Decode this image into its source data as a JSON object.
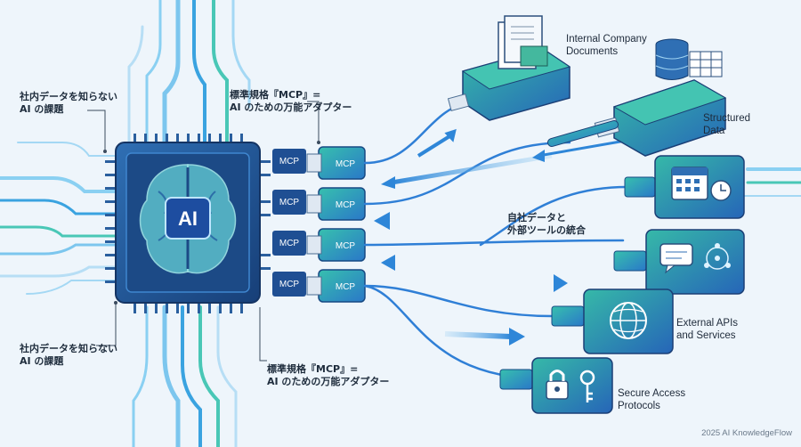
{
  "chip": {
    "label": "AI"
  },
  "callouts": {
    "top_left": "社内データを知らない\nAI の課題",
    "top_mid": "標準規格『MCP』=\nAI のための万能アダプター",
    "bottom_left": "社内データを知らない\nAI の課題",
    "bottom_mid": "標準規格『MCP』=\nAI のための万能アダプター",
    "center_right": "自社データと\n外部ツールの統合"
  },
  "connectors": {
    "tags": [
      "MCP",
      "MCP",
      "MCP",
      "MCP"
    ],
    "plug_labels": [
      "MCP",
      "MCP",
      "MCP",
      "MCP"
    ]
  },
  "resources": [
    {
      "label": "Internal Company\nDocuments",
      "icon": "documents-icon"
    },
    {
      "label": "Structured\nData",
      "icon": "database-icon"
    },
    {
      "label": "",
      "icon": "calendar-icon"
    },
    {
      "label": "",
      "icon": "chat-network-icon"
    },
    {
      "label": "External APIs\nand Services",
      "icon": "globe-icon"
    },
    {
      "label": "Secure Access\nProtocols",
      "icon": "lock-key-icon"
    }
  ],
  "footer": "2025 AI KnowledgeFlow",
  "colors": {
    "chip_dark": "#1d3f7a",
    "chip_mid": "#2a6fb8",
    "accent_teal": "#2bb3a6",
    "accent_blue": "#2f7fd6",
    "background": "#eef5fb"
  }
}
